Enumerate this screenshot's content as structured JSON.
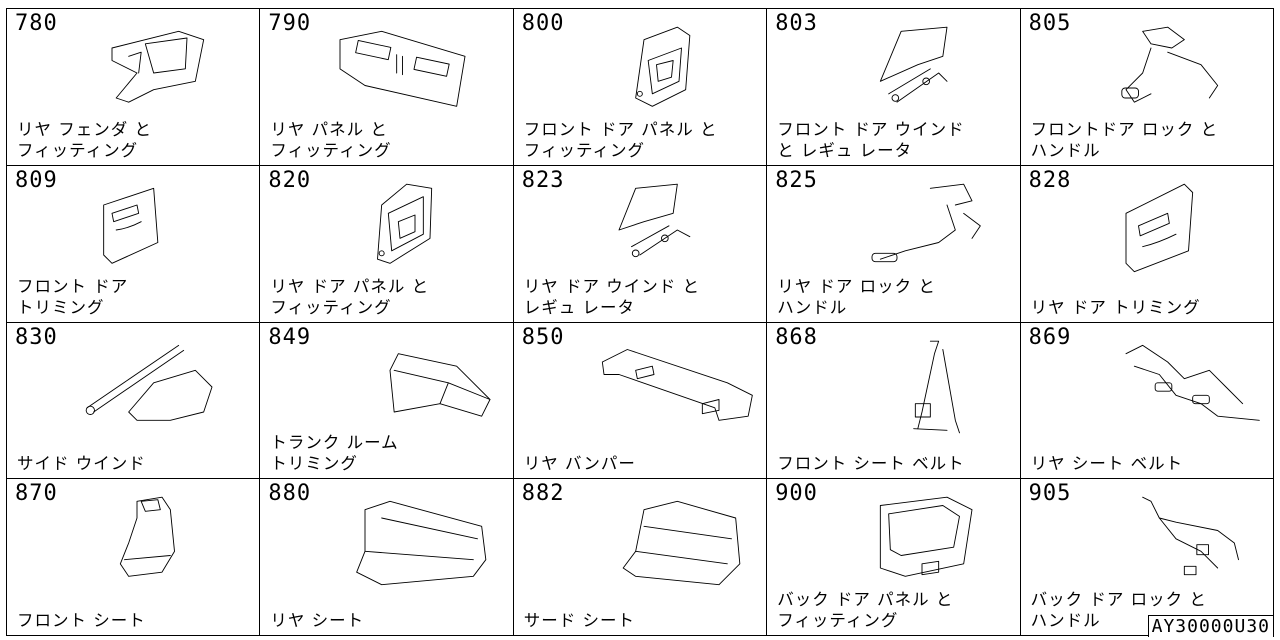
{
  "cells": [
    {
      "num": "780",
      "l1": "リヤ フェンダ と",
      "l2": "フィッティング",
      "icon": "rear-fender-icon"
    },
    {
      "num": "790",
      "l1": "リヤ パネル と",
      "l2": "フィッティング",
      "icon": "rear-panel-icon"
    },
    {
      "num": "800",
      "l1": "フロント ドア パネル と",
      "l2": "フィッティング",
      "icon": "front-door-panel-icon"
    },
    {
      "num": "803",
      "l1": "フロント ドア ウインド",
      "l2": "と レギュ レータ",
      "icon": "window-regulator-icon"
    },
    {
      "num": "805",
      "l1": "フロントドア ロック と",
      "l2": "ハンドル",
      "icon": "door-lock-handle-icon"
    },
    {
      "num": "809",
      "l1": "フロント ドア",
      "l2": "トリミング",
      "icon": "door-trim-icon"
    },
    {
      "num": "820",
      "l1": "リヤ ドア パネル と",
      "l2": "フィッティング",
      "icon": "rear-door-panel-icon"
    },
    {
      "num": "823",
      "l1": "リヤ ドア ウインド と",
      "l2": "レギュ レータ",
      "icon": "rear-window-regulator-icon"
    },
    {
      "num": "825",
      "l1": "リヤ ドア ロック と",
      "l2": "ハンドル",
      "icon": "rear-door-lock-icon"
    },
    {
      "num": "828",
      "l1": "",
      "l2": "リヤ ドア トリミング",
      "icon": "rear-door-trim-icon"
    },
    {
      "num": "830",
      "l1": "",
      "l2": "サイド ウインド",
      "icon": "side-window-icon"
    },
    {
      "num": "849",
      "l1": "トランク ルーム",
      "l2": "トリミング",
      "icon": "trunk-trim-icon"
    },
    {
      "num": "850",
      "l1": "",
      "l2": "リヤ バンパー",
      "icon": "rear-bumper-icon"
    },
    {
      "num": "868",
      "l1": "",
      "l2": "フロント シート ベルト",
      "icon": "seat-belt-icon"
    },
    {
      "num": "869",
      "l1": "",
      "l2": "リヤ シート ベルト",
      "icon": "rear-seat-belt-icon"
    },
    {
      "num": "870",
      "l1": "",
      "l2": "フロント シート",
      "icon": "front-seat-icon"
    },
    {
      "num": "880",
      "l1": "",
      "l2": "リヤ シート",
      "icon": "rear-seat-icon"
    },
    {
      "num": "882",
      "l1": "",
      "l2": "サード シート",
      "icon": "third-seat-icon"
    },
    {
      "num": "900",
      "l1": "バック ドア パネル と",
      "l2": "フィッティング",
      "icon": "back-door-panel-icon"
    },
    {
      "num": "905",
      "l1": "バック ドア ロック と",
      "l2": "ハンドル",
      "icon": "back-door-lock-icon"
    }
  ],
  "ref_code": "AY30000U30"
}
